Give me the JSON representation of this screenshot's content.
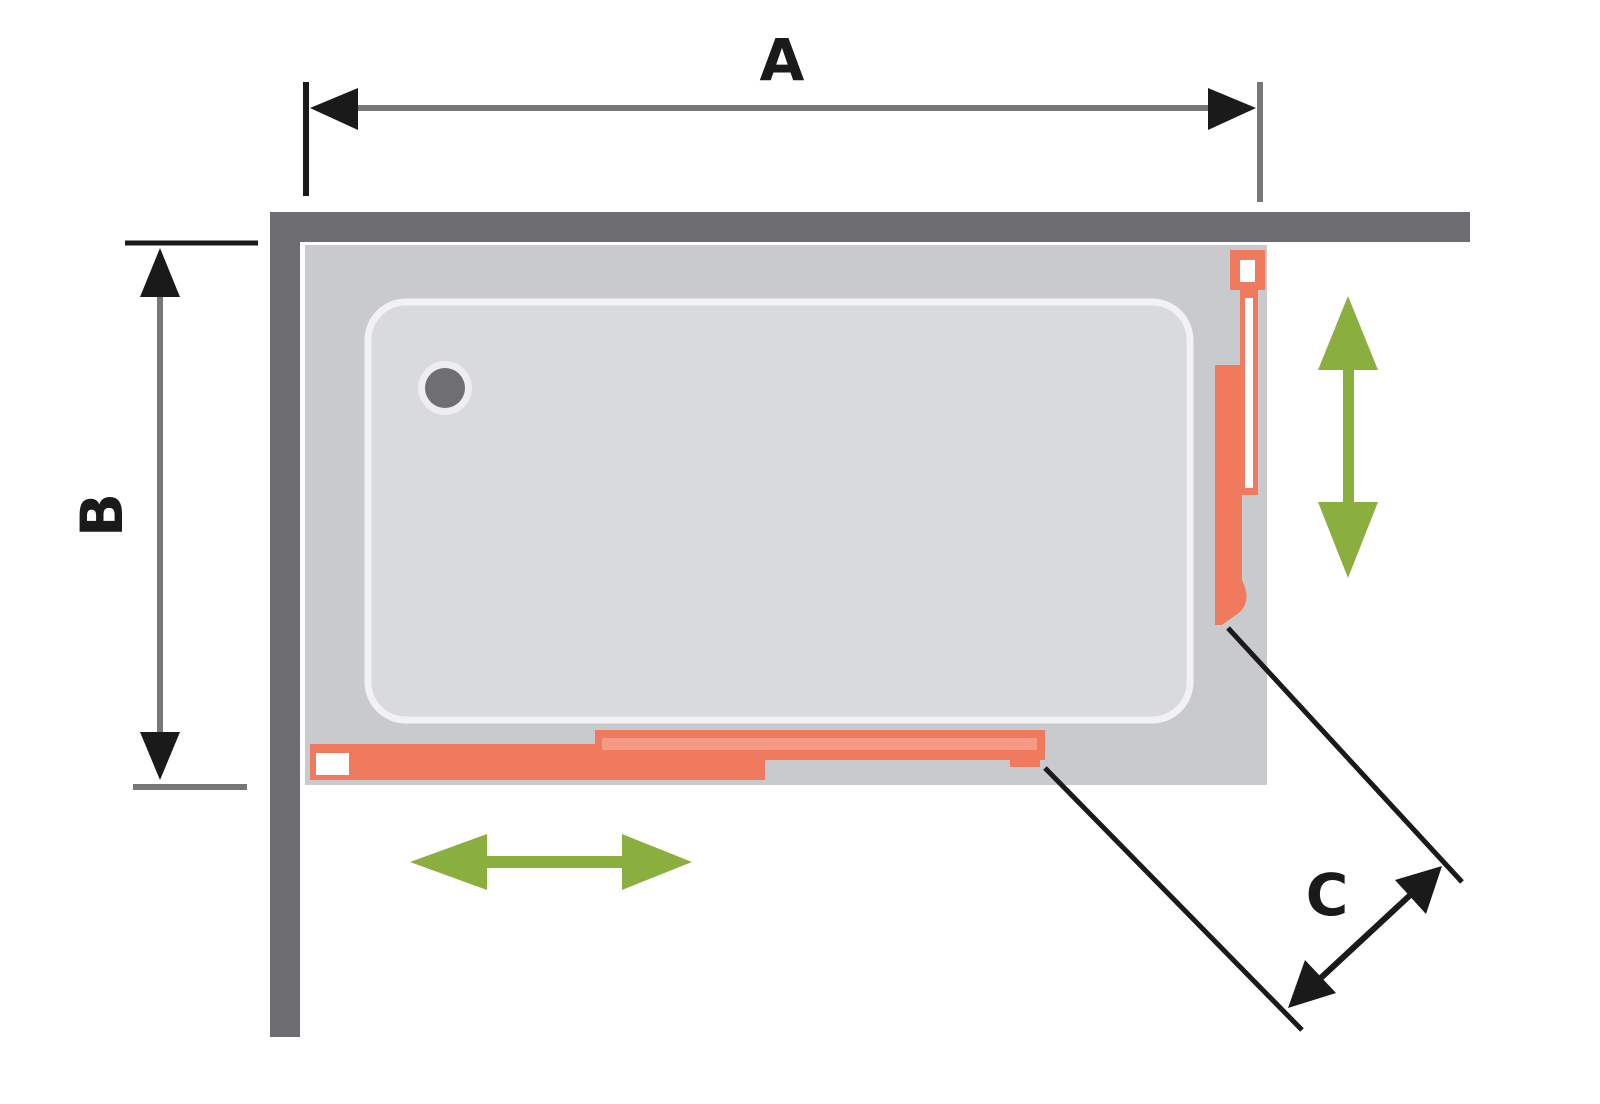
{
  "dimensions": {
    "a_label": "A",
    "b_label": "B",
    "c_label": "C"
  },
  "colors": {
    "wall": "#6e6e72",
    "tray": "#c9cacd",
    "basin": "#d9dadd",
    "profile": "#f07a5e",
    "arrow_green": "#8aaf3f",
    "dimension_line": "#1a1a1a"
  }
}
